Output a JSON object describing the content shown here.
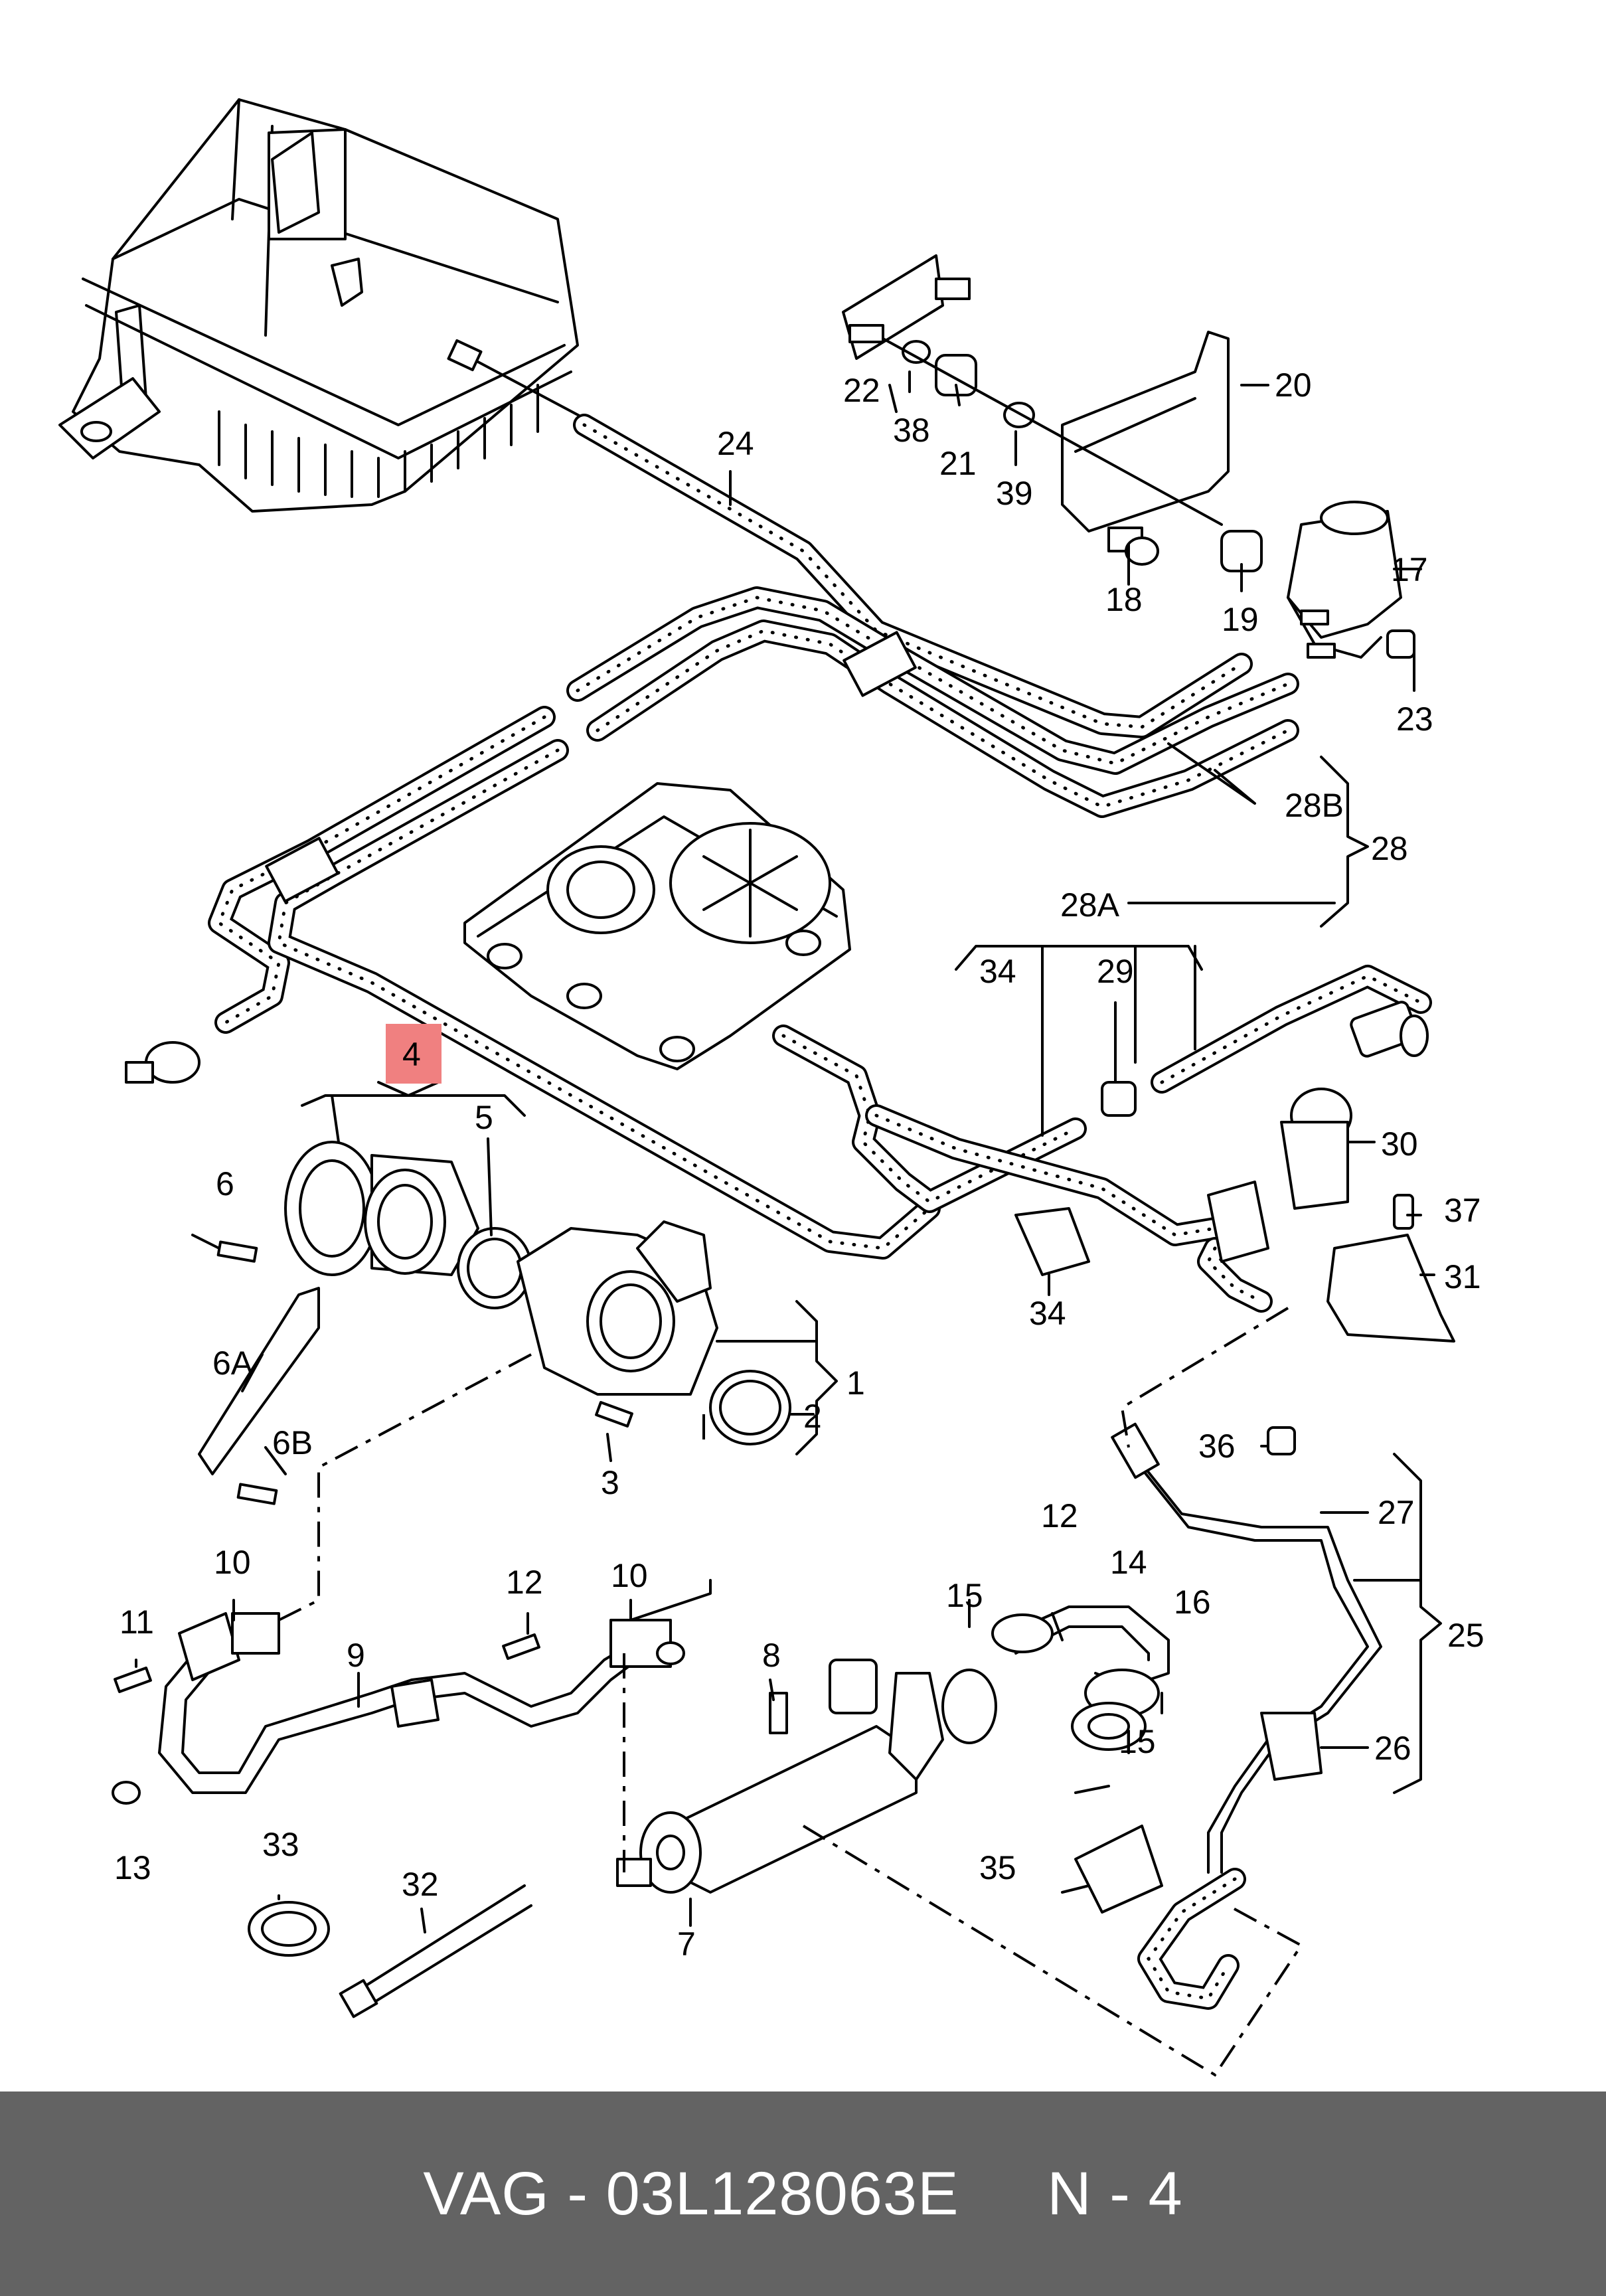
{
  "footer": {
    "brand": "VAG",
    "separator": " - ",
    "part_number": "03L128063E",
    "position_label": "N - 4"
  },
  "highlight": {
    "callout": "4",
    "color": "#f08080"
  },
  "callouts": {
    "c1": "1",
    "c2": "2",
    "c3": "3",
    "c4": "4",
    "c5": "5",
    "c6": "6",
    "c6A": "6A",
    "c6B": "6B",
    "c7": "7",
    "c8": "8",
    "c9": "9",
    "c10a": "10",
    "c10b": "10",
    "c11": "11",
    "c12a": "12",
    "c12b": "12",
    "c13": "13",
    "c14": "14",
    "c15a": "15",
    "c15b": "15",
    "c16": "16",
    "c17": "17",
    "c18": "18",
    "c19": "19",
    "c20": "20",
    "c21": "21",
    "c22": "22",
    "c23": "23",
    "c24": "24",
    "c25": "25",
    "c26": "26",
    "c27": "27",
    "c28": "28",
    "c28A": "28A",
    "c28B": "28B",
    "c29": "29",
    "c30": "30",
    "c31": "31",
    "c32": "32",
    "c33": "33",
    "c34a": "34",
    "c34b": "34",
    "c35": "35",
    "c36": "36",
    "c37": "37",
    "c38": "38",
    "c39": "39"
  }
}
